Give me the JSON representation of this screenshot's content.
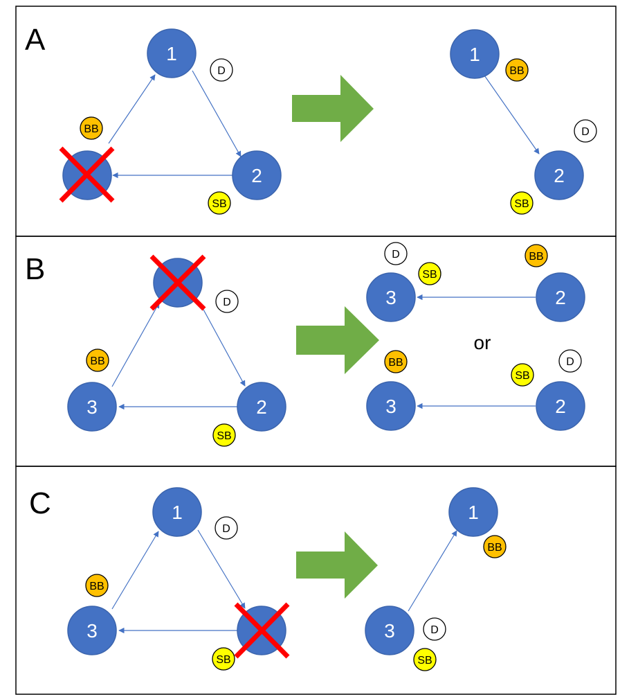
{
  "colors": {
    "node_fill": "#4472c4",
    "node_stroke": "#3b64ad",
    "edge": "#4472c4",
    "arrow_fill": "#70ad47",
    "cross": "#ff0000",
    "dealer_fill": "#ffffff",
    "small_blind_fill": "#ffff00",
    "big_blind_fill": "#ffc000",
    "panel_border": "#000000"
  },
  "chips": {
    "dealer": "D",
    "small_blind": "SB",
    "big_blind": "BB"
  },
  "panels": [
    {
      "label": "A",
      "before": {
        "nodes": [
          {
            "id": "1",
            "label": "1",
            "eliminated": false
          },
          {
            "id": "2",
            "label": "2",
            "eliminated": false
          },
          {
            "id": "3",
            "label": "",
            "eliminated": true
          }
        ],
        "edges": [
          {
            "from": "3",
            "to": "1"
          },
          {
            "from": "1",
            "to": "2"
          },
          {
            "from": "2",
            "to": "3"
          }
        ]
      },
      "after": {
        "nodes": [
          {
            "id": "1",
            "label": "1"
          },
          {
            "id": "2",
            "label": "2"
          }
        ],
        "edges": [
          {
            "from": "1",
            "to": "2"
          }
        ]
      }
    },
    {
      "label": "B",
      "before": {
        "nodes": [
          {
            "id": "1",
            "label": "",
            "eliminated": true
          },
          {
            "id": "2",
            "label": "2",
            "eliminated": false
          },
          {
            "id": "3",
            "label": "3",
            "eliminated": false
          }
        ],
        "edges": [
          {
            "from": "3",
            "to": "1"
          },
          {
            "from": "1",
            "to": "2"
          },
          {
            "from": "2",
            "to": "3"
          }
        ]
      },
      "after_options": [
        {
          "nodes": [
            {
              "id": "3",
              "label": "3"
            },
            {
              "id": "2",
              "label": "2"
            }
          ],
          "edges": [
            {
              "from": "2",
              "to": "3"
            }
          ]
        },
        {
          "nodes": [
            {
              "id": "3",
              "label": "3"
            },
            {
              "id": "2",
              "label": "2"
            }
          ],
          "edges": [
            {
              "from": "2",
              "to": "3"
            }
          ]
        }
      ],
      "or_label": "or"
    },
    {
      "label": "C",
      "before": {
        "nodes": [
          {
            "id": "1",
            "label": "1",
            "eliminated": false
          },
          {
            "id": "2",
            "label": "",
            "eliminated": true
          },
          {
            "id": "3",
            "label": "3",
            "eliminated": false
          }
        ],
        "edges": [
          {
            "from": "3",
            "to": "1"
          },
          {
            "from": "1",
            "to": "2"
          },
          {
            "from": "2",
            "to": "3"
          }
        ]
      },
      "after": {
        "nodes": [
          {
            "id": "1",
            "label": "1"
          },
          {
            "id": "3",
            "label": "3"
          }
        ],
        "edges": [
          {
            "from": "3",
            "to": "1"
          }
        ]
      }
    }
  ]
}
